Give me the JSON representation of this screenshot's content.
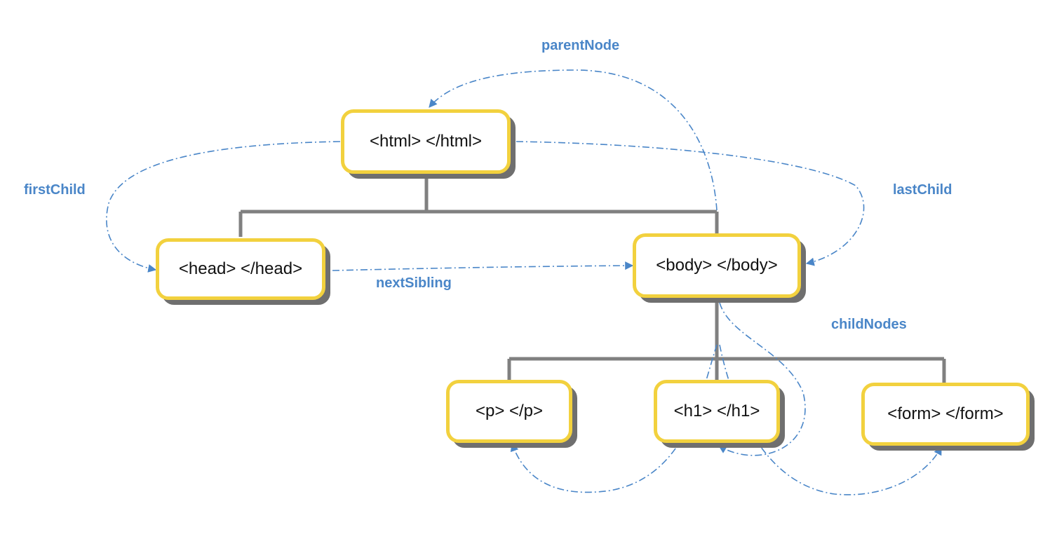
{
  "nodes": {
    "html": "<html> </html>",
    "head": "<head> </head>",
    "body": "<body> </body>",
    "p": "<p> </p>",
    "h1": "<h1> </h1>",
    "form": "<form> </form>"
  },
  "labels": {
    "parent_node": "parentNode",
    "first_child": "firstChild",
    "last_child": "lastChild",
    "next_sibling": "nextSibling",
    "child_nodes": "childNodes"
  },
  "colors": {
    "node_border": "#f2d13e",
    "node_shadow": "#6f6f6f",
    "tree_connector": "#808080",
    "relation_arrow": "#4a86c8"
  }
}
